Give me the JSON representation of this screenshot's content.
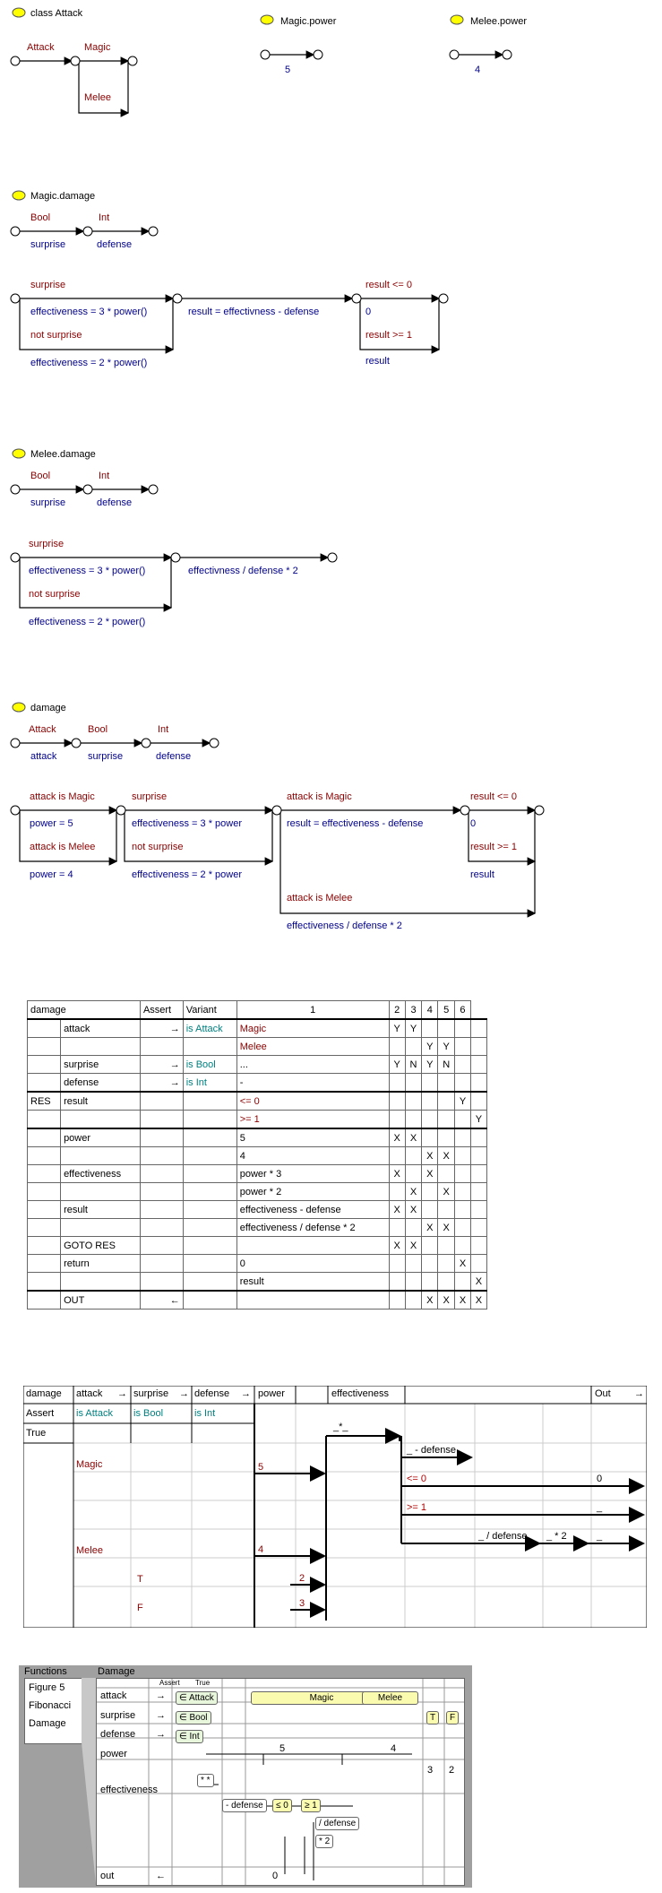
{
  "sections": {
    "attack_class": {
      "title": "class Attack",
      "labels": [
        "Attack",
        "Magic",
        "Melee"
      ]
    },
    "magic_power": {
      "title": "Magic.power",
      "value": "5"
    },
    "melee_power": {
      "title": "Melee.power",
      "value": "4"
    },
    "magic_damage": {
      "title": "Magic.damage",
      "sig": {
        "t1": "Bool",
        "t2": "Int",
        "p1": "surprise",
        "p2": "defense"
      },
      "l1": "surprise",
      "l2": "effectiveness = 3 * power()",
      "l3": "not surprise",
      "l4": "effectiveness = 2 * power()",
      "l5": "result = effectivness - defense",
      "l6": "result <= 0",
      "l7": "0",
      "l8": "result >= 1",
      "l9": "result"
    },
    "melee_damage": {
      "title": "Melee.damage",
      "sig": {
        "t1": "Bool",
        "t2": "Int",
        "p1": "surprise",
        "p2": "defense"
      },
      "l1": "surprise",
      "l2": "effectiveness = 3 * power()",
      "l3": "not surprise",
      "l4": "effectiveness = 2 * power()",
      "l5": "effectivness / defense * 2"
    },
    "damage": {
      "title": "damage",
      "sig": {
        "t1": "Attack",
        "t2": "Bool",
        "t3": "Int",
        "p1": "attack",
        "p2": "surprise",
        "p3": "defense"
      },
      "a1": "attack is Magic",
      "a2": "power = 5",
      "a3": "attack is Melee",
      "a4": "power = 4",
      "s1": "surprise",
      "s2": "effectiveness = 3 * power",
      "s3": "not surprise",
      "s4": "effectiveness = 2 * power",
      "m1": "attack is Magic",
      "m2": "result = effectiveness - defense",
      "m3": "attack is Melee",
      "m4": "effectiveness / defense * 2",
      "r1": "result <= 0",
      "r2": "0",
      "r3": "result >= 1",
      "r4": "result"
    }
  },
  "table1": {
    "header": [
      "damage",
      "Assert",
      "Variant",
      "1",
      "2",
      "3",
      "4",
      "5",
      "6"
    ],
    "rows": [
      [
        "",
        "attack",
        "→",
        "is Attack",
        "Magic",
        "Y",
        "Y",
        "",
        "",
        "",
        ""
      ],
      [
        "",
        "",
        "",
        "",
        "Melee",
        "",
        "",
        "Y",
        "Y",
        "",
        ""
      ],
      [
        "",
        "surprise",
        "→",
        "is Bool",
        "...",
        "Y",
        "N",
        "Y",
        "N",
        "",
        ""
      ],
      [
        "",
        "defense",
        "→",
        "is Int",
        "-",
        "",
        "",
        "",
        "",
        "",
        ""
      ],
      [
        "RES",
        "result",
        "",
        "",
        "<= 0",
        "",
        "",
        "",
        "",
        "Y",
        ""
      ],
      [
        "",
        "",
        "",
        "",
        ">= 1",
        "",
        "",
        "",
        "",
        "",
        "Y"
      ],
      [
        "",
        "power",
        "",
        "",
        "5",
        "X",
        "X",
        "",
        "",
        "",
        ""
      ],
      [
        "",
        "",
        "",
        "",
        "4",
        "",
        "",
        "X",
        "X",
        "",
        ""
      ],
      [
        "",
        "effectiveness",
        "",
        "",
        "power * 3",
        "X",
        "",
        "X",
        "",
        "",
        ""
      ],
      [
        "",
        "",
        "",
        "",
        "power * 2",
        "",
        "X",
        "",
        "X",
        "",
        ""
      ],
      [
        "",
        "result",
        "",
        "",
        "effectiveness - defense",
        "X",
        "X",
        "",
        "",
        "",
        ""
      ],
      [
        "",
        "",
        "",
        "",
        "effectiveness / defense * 2",
        "",
        "",
        "X",
        "X",
        "",
        ""
      ],
      [
        "",
        "GOTO RES",
        "",
        "",
        "",
        "X",
        "X",
        "",
        "",
        "",
        ""
      ],
      [
        "",
        "return",
        "",
        "",
        "0",
        "",
        "",
        "",
        "",
        "X",
        ""
      ],
      [
        "",
        "",
        "",
        "",
        "result",
        "",
        "",
        "",
        "",
        "",
        "X"
      ],
      [
        "",
        "OUT",
        "←",
        "",
        "",
        "",
        "",
        "X",
        "X",
        "X",
        "X"
      ]
    ]
  },
  "table2": {
    "h": [
      "damage",
      "attack",
      "→",
      "surprise",
      "→",
      "defense",
      "→",
      "power",
      "effectiveness",
      "Out",
      "→"
    ],
    "assert": [
      "Assert",
      "is Attack",
      "is Bool",
      "is Int"
    ],
    "true": "True",
    "magic": "Magic",
    "melee": "Melee",
    "T": "T",
    "F": "F",
    "v5": "5",
    "v4": "4",
    "v2": "2",
    "v3": "3",
    "op1": "_*_",
    "op2": "_ - defense",
    "op3": "<= 0",
    "op4": ">= 1",
    "op5": "_ / defense",
    "op6": "_ * 2",
    "out0": "0",
    "out1": "_",
    "out2": "_"
  },
  "ui": {
    "functions_title": "Functions",
    "damage_title": "Damage",
    "functions": [
      "Figure 5",
      "Fibonacci",
      "Damage"
    ],
    "cols": [
      "Assert",
      "True"
    ],
    "rows": [
      "attack",
      "surprise",
      "defense",
      "power",
      "effectiveness",
      "out"
    ],
    "arrows": [
      "→",
      "→",
      "→",
      "←"
    ],
    "chips": [
      "∈ Attack",
      "∈ Bool",
      "∈ Int",
      "Magic",
      "Melee",
      "T",
      "F",
      "5",
      "4",
      "3",
      "2",
      "* *",
      "- defense",
      "≤ 0",
      "≥ 1",
      "/ defense",
      "* 2",
      "0"
    ]
  }
}
